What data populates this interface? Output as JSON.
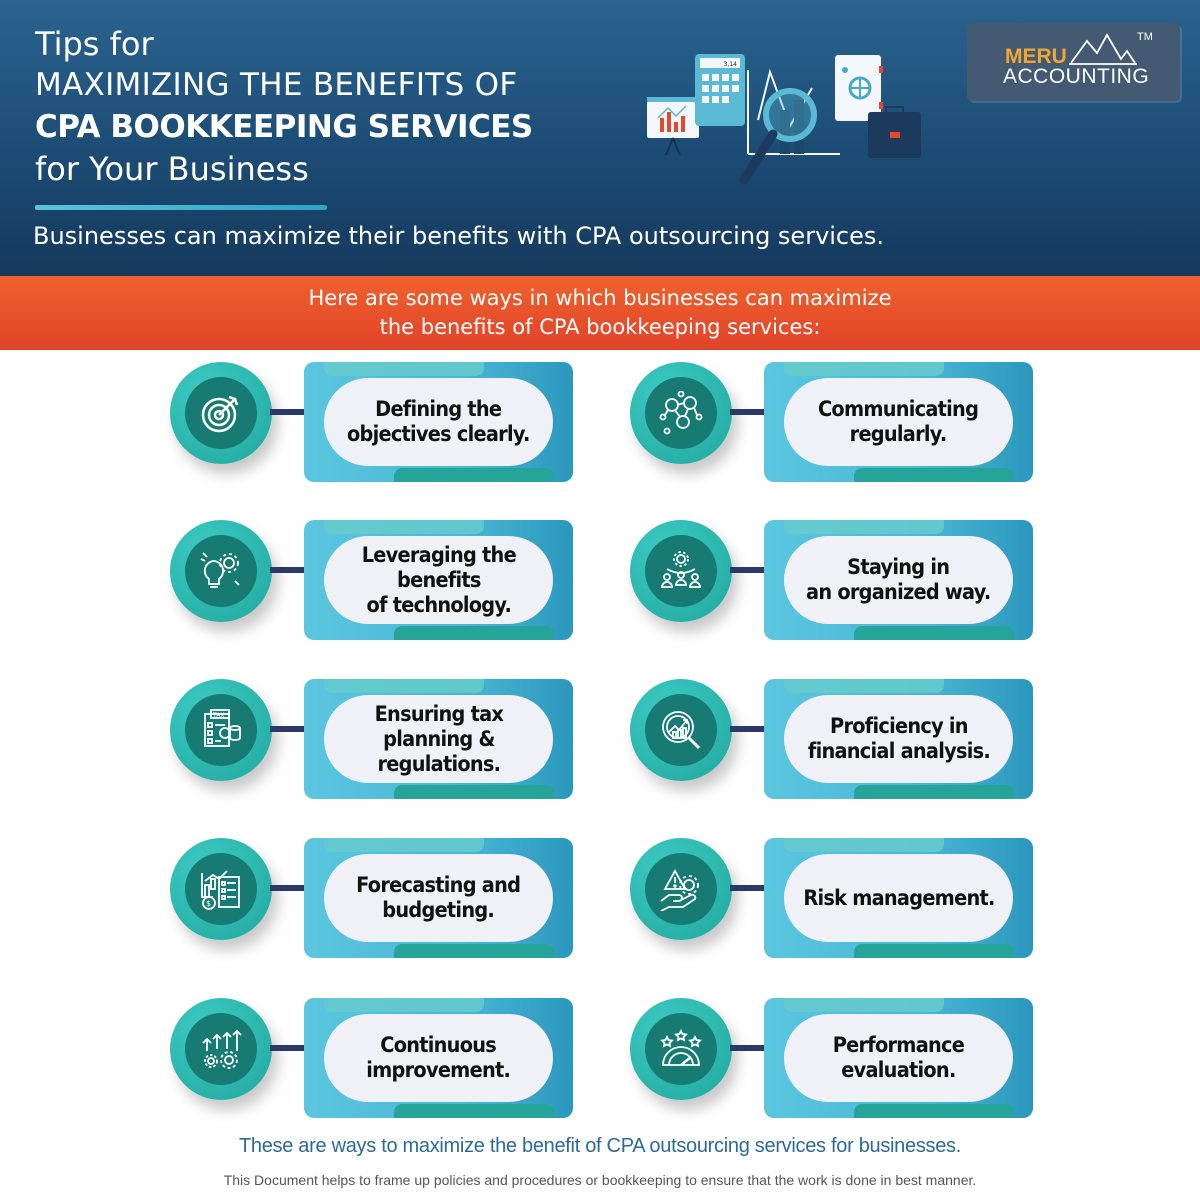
{
  "header": {
    "title_line1": "Tips for",
    "title_line2": "MAXIMIZING THE BENEFITS OF",
    "title_line3": "CPA BOOKKEEPING SERVICES",
    "title_line4": "for Your Business",
    "subtitle": "Businesses can maximize their benefits with CPA outsourcing services."
  },
  "logo": {
    "brand": "MERU",
    "name": "ACCOUNTING",
    "trademark": "TM"
  },
  "illustration": {
    "calculator_display": "3,14"
  },
  "banner": {
    "line1": "Here are some ways in which businesses can maximize",
    "line2": "the benefits of CPA bookkeeping services:"
  },
  "tips": [
    {
      "label": "Defining the\nobjectives clearly.",
      "icon": "target-icon"
    },
    {
      "label": "Communicating\nregularly.",
      "icon": "network-people-icon"
    },
    {
      "label": "Leveraging the\nbenefits\nof technology.",
      "icon": "lightbulb-gear-icon"
    },
    {
      "label": "Staying in\nan organized way.",
      "icon": "team-gear-icon"
    },
    {
      "label": "Ensuring tax\nplanning &\nregulations.",
      "icon": "tax-document-icon"
    },
    {
      "label": "Proficiency in\nfinancial analysis.",
      "icon": "magnifier-chart-icon"
    },
    {
      "label": "Forecasting and\nbudgeting.",
      "icon": "budget-chart-icon"
    },
    {
      "label": "Risk management.",
      "icon": "hand-warning-gear-icon"
    },
    {
      "label": "Continuous\nimprovement.",
      "icon": "arrows-gears-icon"
    },
    {
      "label": "Performance\nevaluation.",
      "icon": "gauge-stars-icon"
    }
  ],
  "closing": "These are ways to maximize the benefit of CPA outsourcing services for businesses.",
  "footnote": "This Document helps to frame up policies and procedures or bookkeeping to ensure that the work is done in best manner.",
  "colors": {
    "header_top": "#2a6490",
    "header_bottom": "#15395d",
    "banner": "#e8502b",
    "teal": "#1fa79f",
    "teal_dark": "#187b73",
    "card_blue": "#48b6d5",
    "connector": "#2c3868",
    "logo_orange": "#f2a531"
  }
}
